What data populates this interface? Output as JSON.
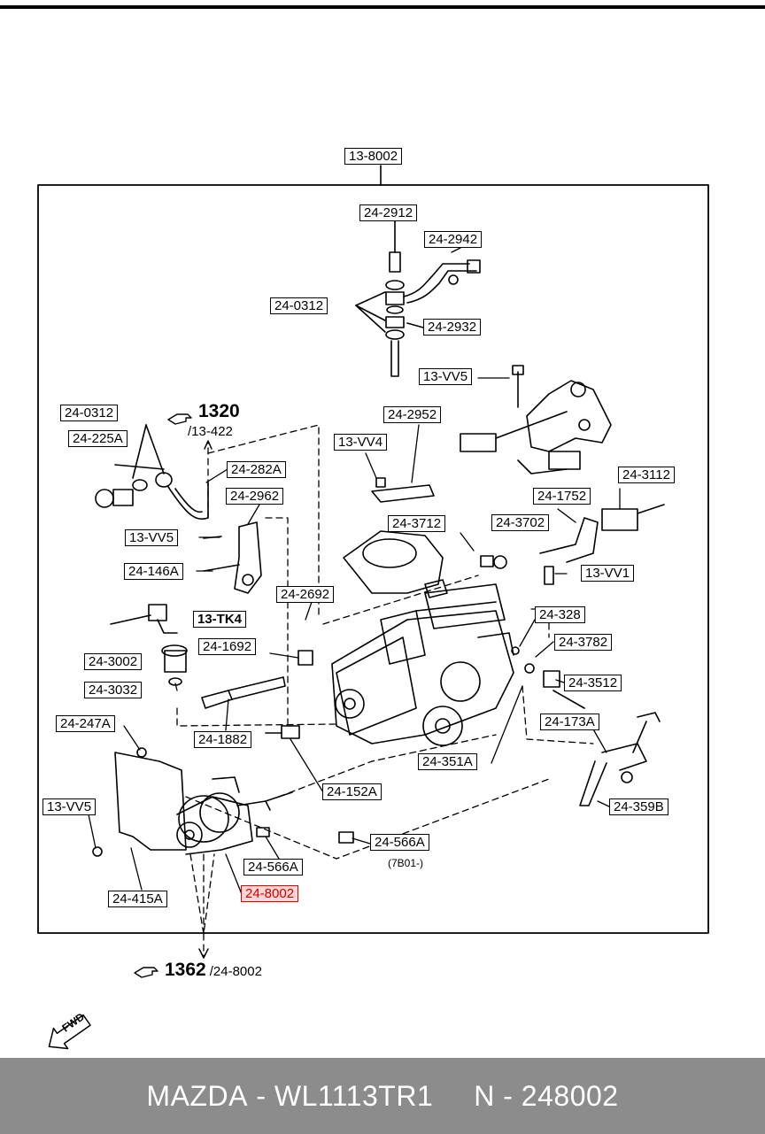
{
  "labels": {
    "l_13_8002": "13-8002",
    "l_24_2912": "24-2912",
    "l_24_2942": "24-2942",
    "l_24_0312_top": "24-0312",
    "l_24_2932": "24-2932",
    "l_13_vv5_top": "13-VV5",
    "l_24_2952": "24-2952",
    "l_13_vv4": "13-VV4",
    "l_24_0312_left": "24-0312",
    "l_24_225a": "24-225A",
    "l_24_282a": "24-282A",
    "l_24_2962": "24-2962",
    "l_13_vv5_mid": "13-VV5",
    "l_24_146a": "24-146A",
    "l_24_3712": "24-3712",
    "l_24_3702": "24-3702",
    "l_24_1752": "24-1752",
    "l_24_3112": "24-3112",
    "l_13_vv1": "13-VV1",
    "l_24_2692": "24-2692",
    "l_13_tk4": "13-TK4",
    "l_24_1692": "24-1692",
    "l_24_3002": "24-3002",
    "l_24_3032": "24-3032",
    "l_24_328": "24-328",
    "l_24_3782": "24-3782",
    "l_24_3512": "24-3512",
    "l_24_247a": "24-247A",
    "l_24_1882": "24-1882",
    "l_24_173a": "24-173A",
    "l_24_351a": "24-351A",
    "l_24_152a": "24-152A",
    "l_13_vv5_bot": "13-VV5",
    "l_24_566a_right": "24-566A",
    "l_24_566a_left": "24-566A",
    "l_24_359b": "24-359B",
    "l_24_8002": "24-8002",
    "l_24_415a": "24-415A"
  },
  "refs": {
    "ref1320_num": "1320",
    "ref1320_sub": "/13-422",
    "ref1362_num": "1362",
    "ref1362_sub": "/24-8002",
    "note_7b01": "(7B01-)",
    "fwd": "FWD"
  },
  "colors": {
    "highlight_border": "#d00000",
    "highlight_fill": "#ffd6d6",
    "footer_bg": "#8c8c8c"
  },
  "footer": {
    "brand": "MAZDA",
    "sep1": "-",
    "part_number": "WL1113TR1",
    "n_label": "N",
    "sep2": "-",
    "n_value": "248002"
  }
}
